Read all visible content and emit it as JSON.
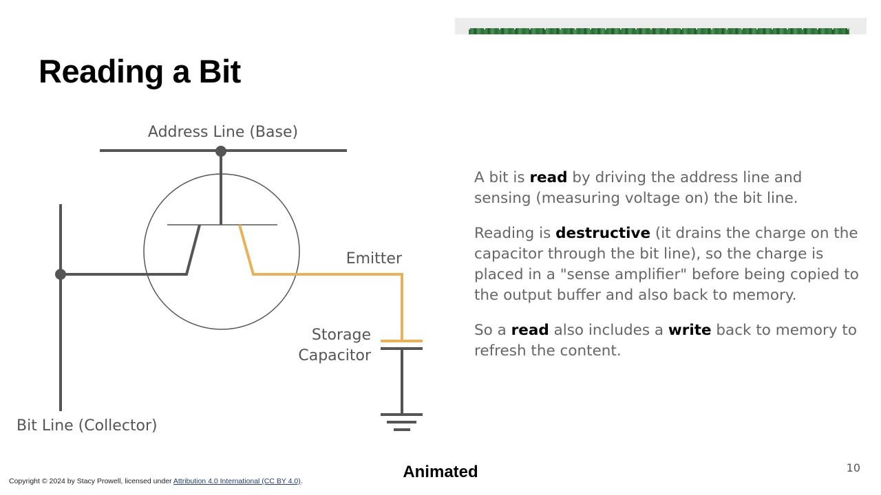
{
  "slide": {
    "title": "Reading a Bit",
    "page_number": "10",
    "animated_label": "Animated"
  },
  "diagram": {
    "labels": {
      "address_line": "Address Line (Base)",
      "emitter": "Emitter",
      "storage_line1": "Storage",
      "storage_line2": "Capacitor",
      "bit_line": "Bit Line (Collector)"
    },
    "colors": {
      "wire": "#555555",
      "charge_path": "#e8b15c",
      "transistor_outline": "#555555"
    }
  },
  "body": {
    "p1": {
      "pre": "A bit is ",
      "bold": "read",
      "post": " by driving the address line and sensing (measuring voltage on) the bit line."
    },
    "p2": {
      "pre": "Reading is ",
      "bold": "destructive",
      "post": " (it drains the charge on the capacitor through the bit line), so the charge is placed in a \"sense amplifier\" before being copied to the output buffer and also back to memory."
    },
    "p3": {
      "pre": "So a ",
      "bold1": "read",
      "mid": " also includes a ",
      "bold2": "write",
      "post": " back to memory to refresh the content."
    }
  },
  "footer": {
    "copyright_text": "Copyright © 2024 by Stacy Prowell, licensed under ",
    "license_link": "Attribution 4.0 International (CC BY 4.0)",
    "copyright_end": "."
  }
}
